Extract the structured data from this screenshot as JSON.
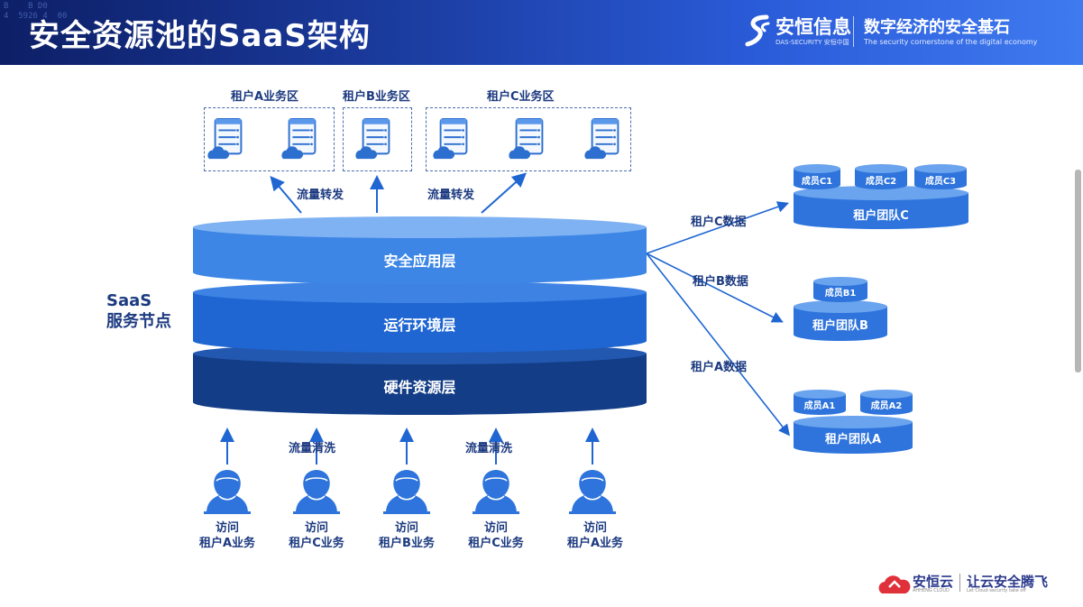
{
  "header": {
    "title": "安全资源池的SaaS架构",
    "code_text": "B    B D0\n4  5926 4  00",
    "brand": "安恒信息",
    "brand_sub": "DAS-SECURITY 安恒中国",
    "slogan": "数字经济的安全基石",
    "slogan_sub": "The security cornerstone of the digital economy"
  },
  "zones": [
    {
      "label": "租户A业务区"
    },
    {
      "label": "租户B业务区"
    },
    {
      "label": "租户C业务区"
    }
  ],
  "forwarding": [
    "流量转发",
    "流量转发"
  ],
  "saas_node": [
    "SaaS",
    "服务节点"
  ],
  "layers": [
    {
      "label": "安全应用层",
      "color": "#3d86e6"
    },
    {
      "label": "运行环境层",
      "color": "#1f66d2"
    },
    {
      "label": "硬件资源层",
      "color": "#133d86"
    }
  ],
  "cleaning": [
    "流量清洗",
    "流量清洗"
  ],
  "users": [
    {
      "line1": "访问",
      "line2": "租户A业务"
    },
    {
      "line1": "访问",
      "line2": "租户C业务"
    },
    {
      "line1": "访问",
      "line2": "租户B业务"
    },
    {
      "line1": "访问",
      "line2": "租户C业务"
    },
    {
      "line1": "访问",
      "line2": "租户A业务"
    }
  ],
  "data_flows": [
    "租户C数据",
    "租户B数据",
    "租户A数据"
  ],
  "teams": [
    {
      "name": "租户团队C",
      "members": [
        "成员C1",
        "成员C2",
        "成员C3"
      ]
    },
    {
      "name": "租户团队B",
      "members": [
        "成员B1"
      ]
    },
    {
      "name": "租户团队A",
      "members": [
        "成员A1",
        "成员A2"
      ]
    }
  ],
  "footer": {
    "brand": "安恒云",
    "brand_sub": "AHHENG CLOUD",
    "slogan": "让云安全腾飞",
    "slogan_sub": "Let Cloud-security take off"
  },
  "colors": {
    "accent": "#1f66d2",
    "dark": "#133d86",
    "text": "#1c3a80",
    "cyl": "#2e74dc"
  },
  "icons": [
    "server-cloud-icon",
    "user-icon",
    "arrow-up-icon"
  ]
}
